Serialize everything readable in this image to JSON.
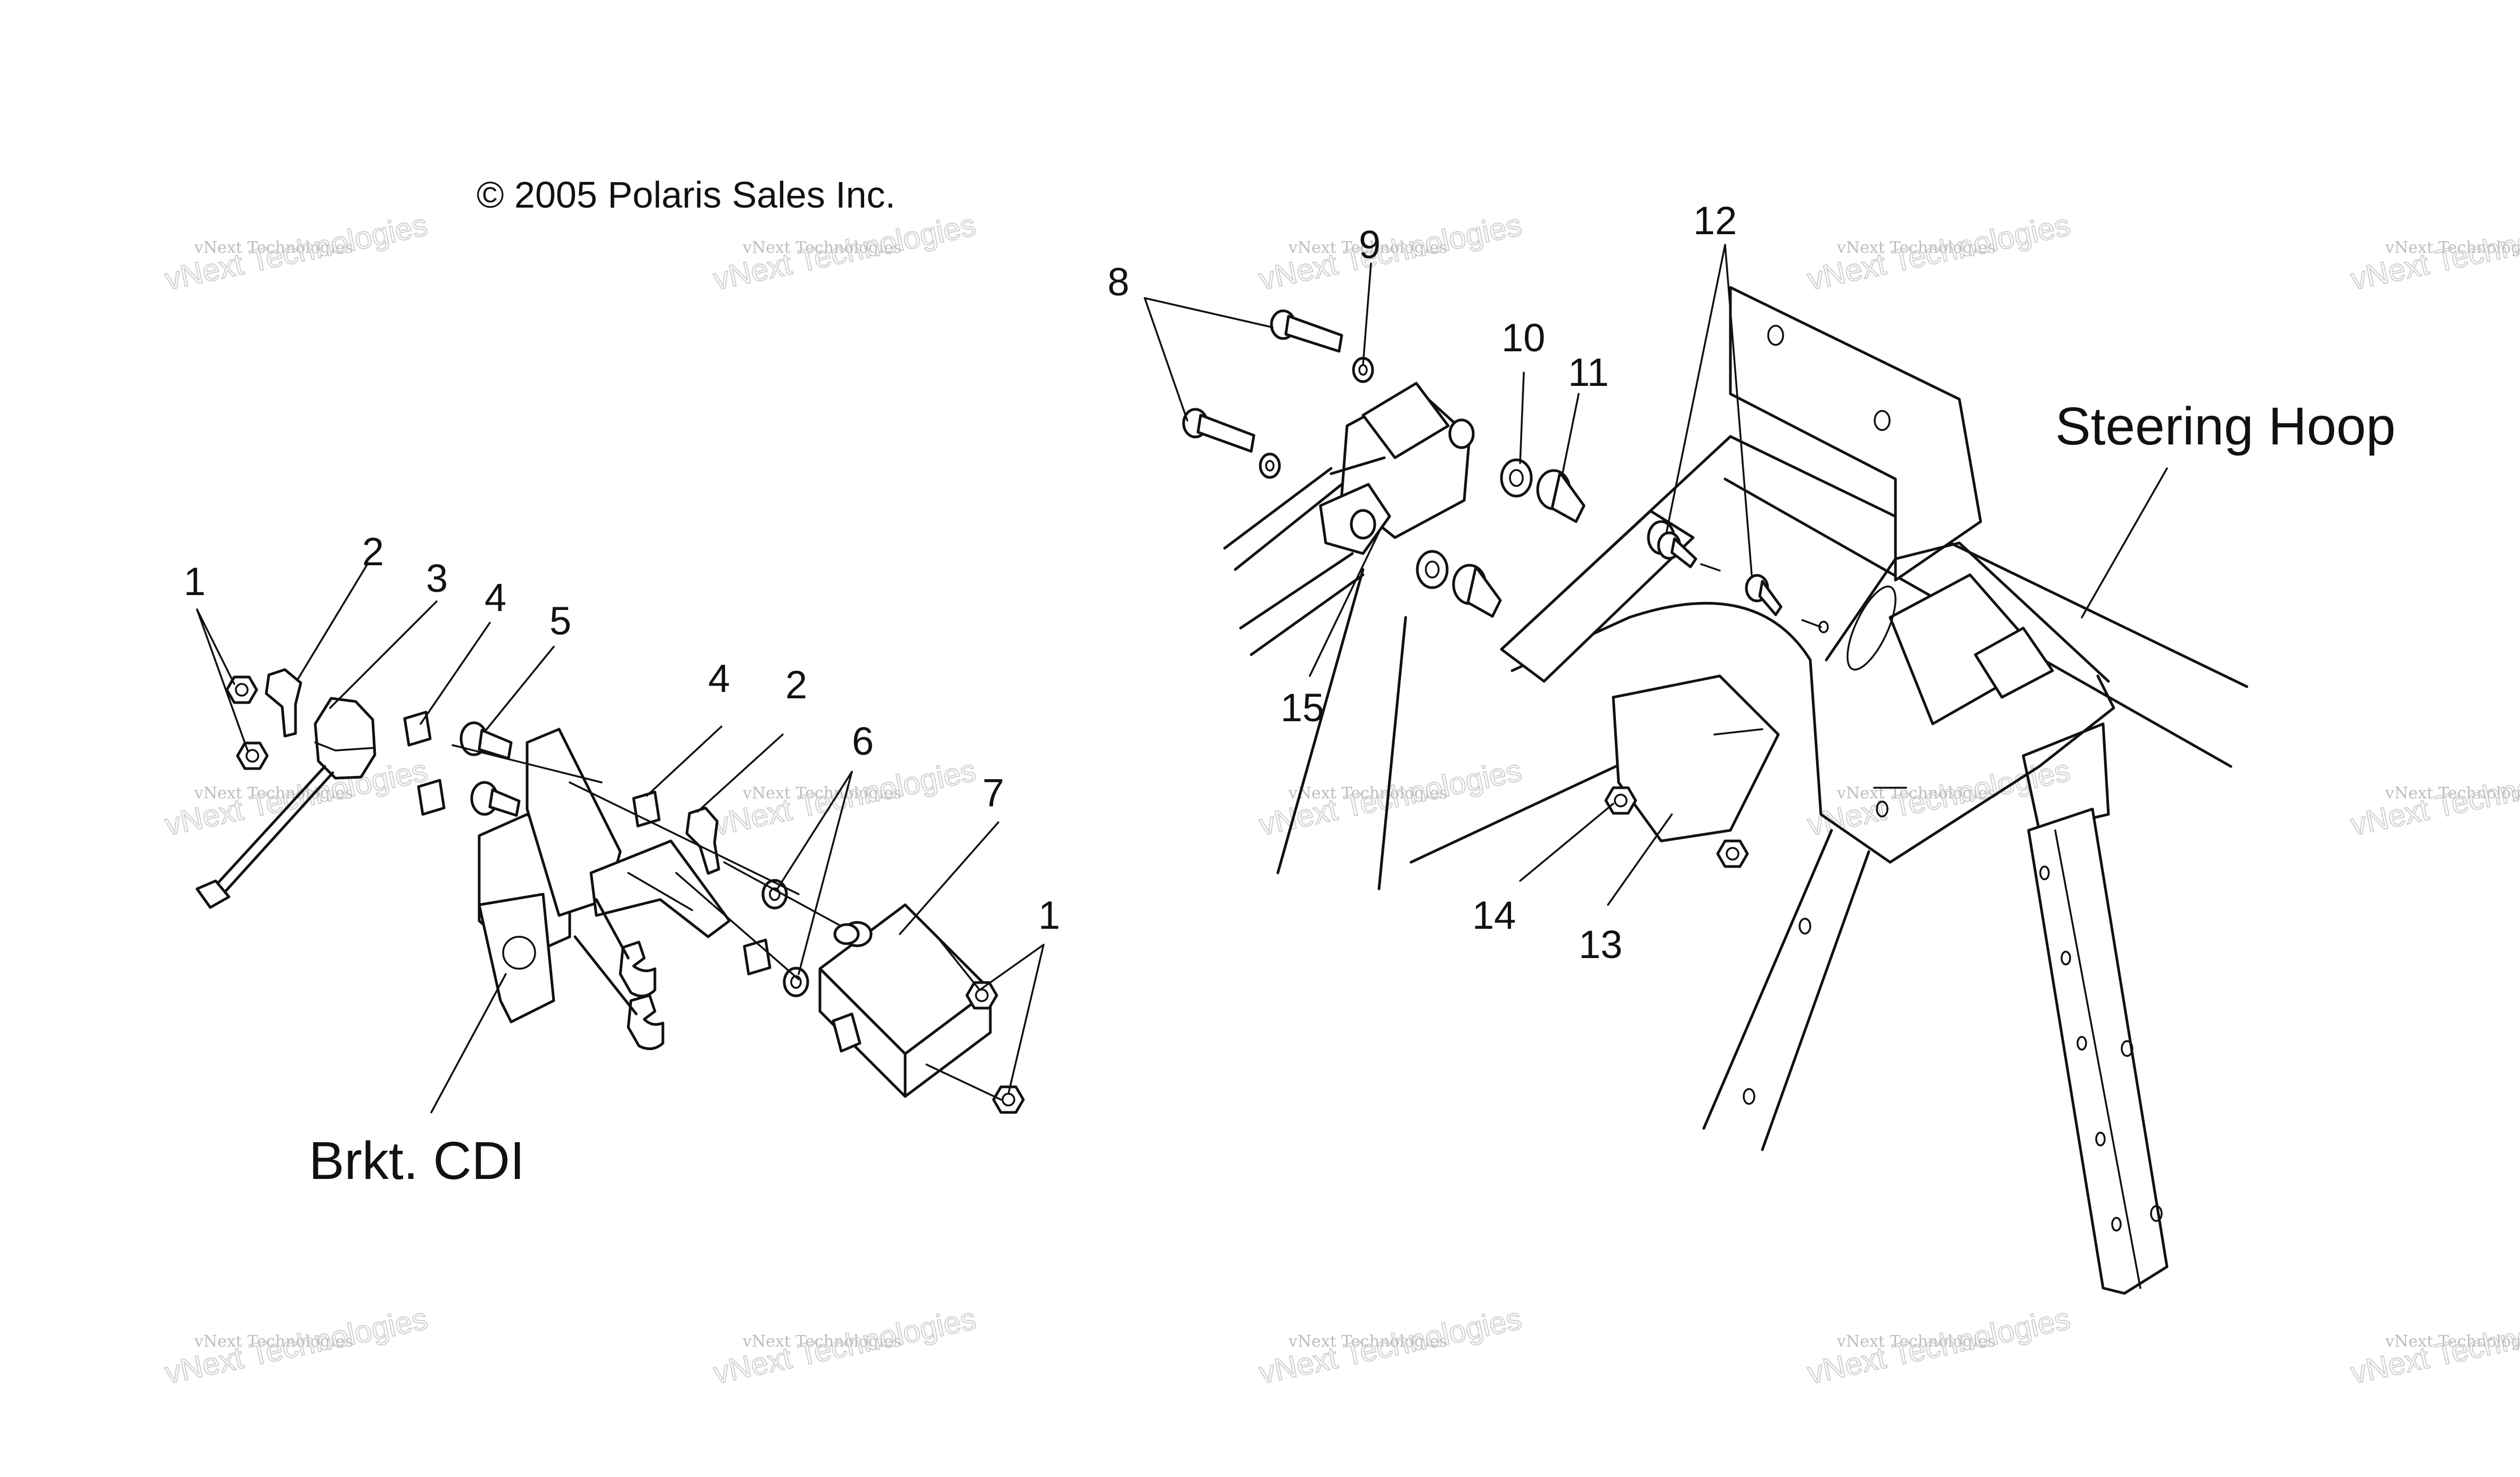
{
  "copyright": "© 2005 Polaris Sales Inc.",
  "labels": {
    "bracket_cdi": "Brkt. CDI",
    "steering_hoop": "Steering Hoop"
  },
  "callouts": [
    "1",
    "2",
    "3",
    "4",
    "5",
    "4",
    "2",
    "6",
    "7",
    "1",
    "8",
    "9",
    "10",
    "11",
    "12",
    "15",
    "14",
    "13"
  ],
  "watermark": {
    "line1": "vNext Technologies",
    "line2": "vNext Technologies",
    "line2_short": "vNext Technologi"
  }
}
